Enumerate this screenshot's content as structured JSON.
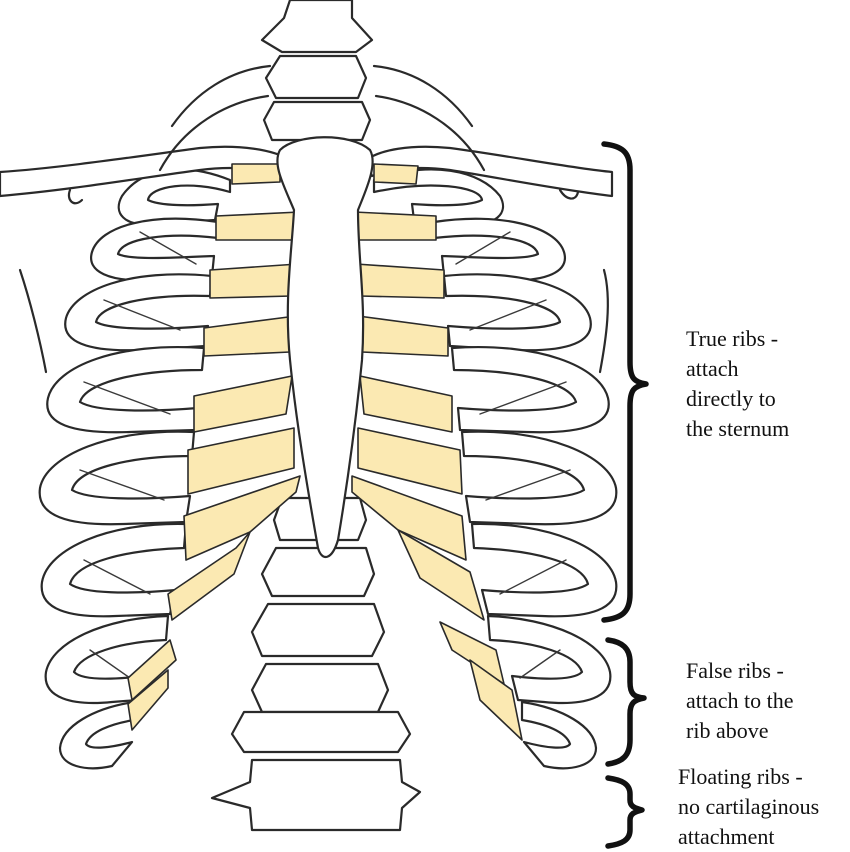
{
  "labels": {
    "true_ribs": [
      "True ribs -",
      "attach",
      "directly to",
      "the sternum"
    ],
    "false_ribs": [
      "False ribs -",
      "attach to the",
      "rib above"
    ],
    "floating_ribs": [
      "Floating ribs -",
      "no cartilaginous",
      "attachment"
    ]
  },
  "colors": {
    "cartilage": "#fbe9b2",
    "outline": "#2a2a2a",
    "bone": "#ffffff",
    "text": "#111111"
  }
}
